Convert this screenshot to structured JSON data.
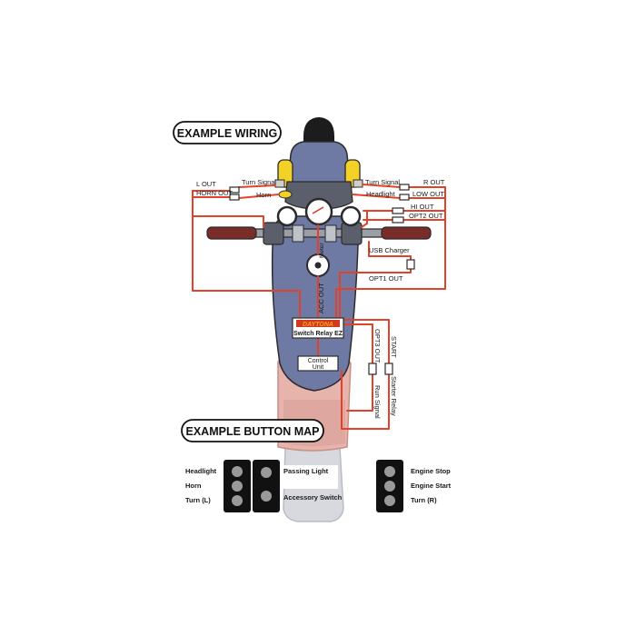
{
  "colors": {
    "wire": "#e2412a",
    "body_blue": "#6e7aa4",
    "body_outline": "#2b2b2b",
    "fuel_yellow": "#f4d126",
    "grip": "#7a2c28",
    "seat_pink": "#e6b3ad",
    "rear_grey": "#d7d9de",
    "relay_red": "#d23a20",
    "relay_orange": "#f0a020"
  },
  "headers": {
    "wiring": "EXAMPLE WIRING",
    "button_map": "EXAMPLE BUTTON MAP"
  },
  "left_labels": {
    "l_out": "L OUT",
    "horn_out": "HORN OUT",
    "turn_signal": "Turn Signal",
    "horn": "Horn"
  },
  "right_labels": {
    "turn_signal": "Turn Signal",
    "r_out": "R OUT",
    "headlight": "Headlight",
    "low_out": "LOW OUT",
    "hi_out": "HI OUT",
    "opt2_out": "OPT2 OUT",
    "usb_charger": "USB Charger",
    "opt1_out": "OPT1 OUT"
  },
  "center_labels": {
    "meter": "Meter",
    "acc_out": "ACC OUT",
    "relay_brand": "DAYTONA",
    "relay_model": "Switch Relay EZ",
    "control_unit_line1": "Control",
    "control_unit_line2": "Unit"
  },
  "lower_right_labels": {
    "opt3_out": "OPT3 OUT",
    "start": "START",
    "run_signal": "Run Signal",
    "starter_relay": "Starter Relay"
  },
  "button_map": {
    "left_labels": [
      "Headlight",
      "Horn",
      "Turn (L)"
    ],
    "middle_labels": [
      "Passing Light",
      "Accessory Switch"
    ],
    "right_labels": [
      "Engine Stop",
      "Engine Start",
      "Turn (R)"
    ]
  }
}
